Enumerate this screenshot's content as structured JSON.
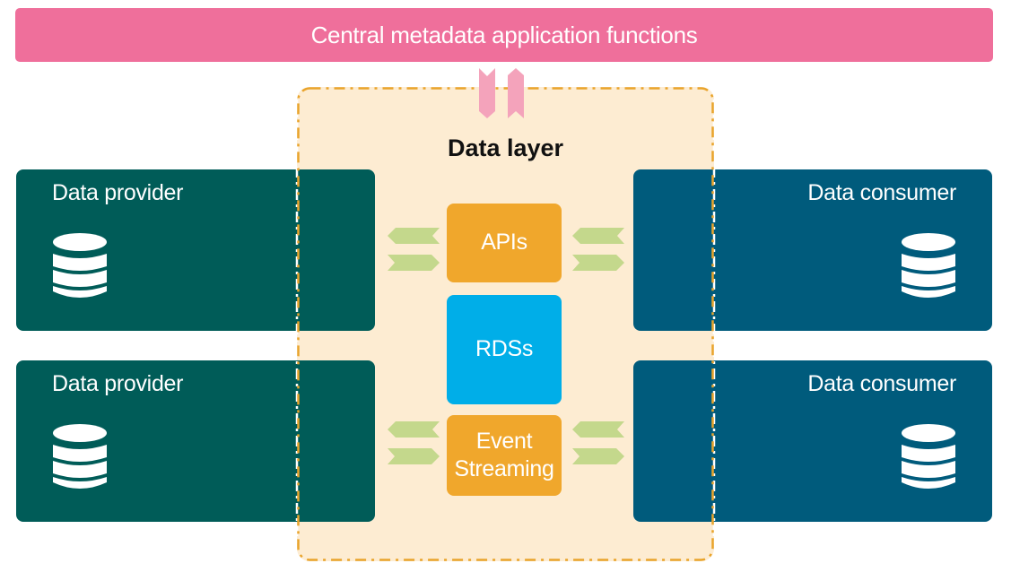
{
  "top_bar": {
    "label": "Central metadata application functions"
  },
  "data_layer": {
    "title": "Data layer"
  },
  "providers": [
    {
      "label": "Data provider"
    },
    {
      "label": "Data provider"
    }
  ],
  "consumers": [
    {
      "label": "Data consumer"
    },
    {
      "label": "Data consumer"
    }
  ],
  "boxes": {
    "apis": "APIs",
    "rds": "RDSs",
    "events_line1": "Event",
    "events_line2": "Streaming"
  },
  "colors": {
    "top_bar": "#ef6f9b",
    "provider": "#005c58",
    "consumer": "#005b7c",
    "data_layer_bg": "#fdecd2",
    "data_layer_border": "#e9a42c",
    "apis": "#f0a72c",
    "rds": "#00aee8",
    "arrows": "#c4d88c",
    "pink_arrows": "#f4a3bb"
  }
}
